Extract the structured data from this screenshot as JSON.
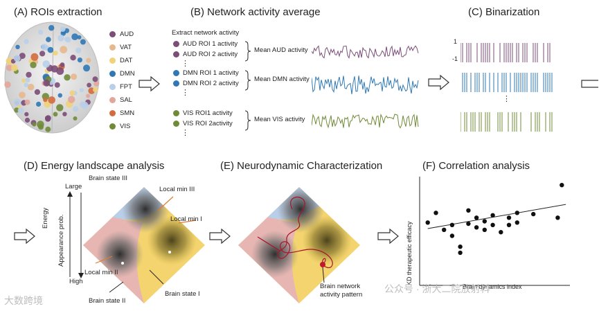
{
  "panels": {
    "a": {
      "title": "(A) ROIs extraction"
    },
    "b": {
      "title": "(B) Network activity average"
    },
    "c": {
      "title": "(C) Binarization"
    },
    "d": {
      "title": "(D) Energy landscape analysis"
    },
    "e": {
      "title": "(E) Neurodynamic Characterization"
    },
    "f": {
      "title": "(F) Correlation analysis"
    }
  },
  "legend": [
    {
      "label": "AUD",
      "color": "#7b4d78"
    },
    {
      "label": "VAT",
      "color": "#e7b88e"
    },
    {
      "label": "DAT",
      "color": "#f1d27a"
    },
    {
      "label": "DMN",
      "color": "#2f78b5"
    },
    {
      "label": "FPT",
      "color": "#b9cfe9"
    },
    {
      "label": "SAL",
      "color": "#e3a69a"
    },
    {
      "label": "SMN",
      "color": "#d46b3c"
    },
    {
      "label": "VIS",
      "color": "#6f8b37"
    }
  ],
  "network_b": {
    "header": "Extract network activity",
    "groups": [
      {
        "rois": [
          "AUD ROI 1 activity",
          "AUD ROI 2 activity"
        ],
        "mean": "Mean AUD activity",
        "color": "#7b4d78"
      },
      {
        "rois": [
          "DMN ROI 1 activity",
          "DMN ROI 2 activity"
        ],
        "mean": "Mean DMN activity",
        "color": "#2f78b5"
      },
      {
        "rois": [
          "VIS ROI1 activity",
          "VIS ROI 2activity"
        ],
        "mean": "Mean VIS activity",
        "color": "#6f8b37"
      }
    ],
    "ellipsis": "⋮"
  },
  "binarization": {
    "top_value": "1",
    "bottom_value": "-1",
    "ellipsis": "⋮"
  },
  "energy": {
    "large": "Large",
    "high": "High",
    "energy": "Energy",
    "appearance": "Appearance prob.",
    "brain_state_3": "Brain state III",
    "brain_state_2": "Brain state II",
    "brain_state_1": "Brain state I",
    "local_min_3": "Local min III",
    "local_min_1": "Local min I",
    "local_min_2": "Local min II"
  },
  "neuro": {
    "pattern_label_1": "Brain network",
    "pattern_label_2": "activity pattern"
  },
  "correlation": {
    "xlabel": "Brain dynamics index",
    "ylabel": "KD therapeutic efficacy",
    "chart_data": {
      "type": "scatter",
      "x": [
        1,
        2,
        3,
        4,
        4,
        5,
        5,
        6,
        6,
        7,
        7,
        8,
        8,
        9,
        9,
        10,
        11,
        11,
        12,
        12,
        14,
        17,
        17.5
      ],
      "y": [
        5.2,
        6.0,
        4.6,
        4.1,
        5.0,
        3.2,
        2.7,
        6.2,
        5.1,
        4.8,
        5.6,
        5.3,
        4.6,
        5.8,
        5.0,
        4.4,
        5.6,
        5.0,
        6.0,
        5.2,
        5.9,
        5.6,
        8.3
      ],
      "trend": {
        "x1": 1,
        "y1": 4.7,
        "x2": 18,
        "y2": 6.7
      },
      "xlim": [
        0,
        18.5
      ],
      "ylim": [
        0,
        9
      ]
    }
  },
  "watermarks": {
    "left": "大数跨境",
    "right": "公众号 · 浙大二院放射科"
  }
}
